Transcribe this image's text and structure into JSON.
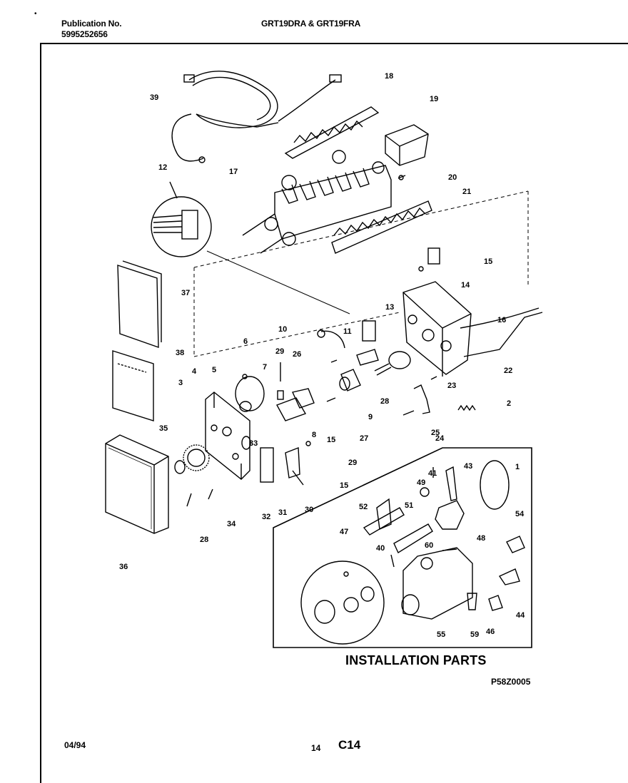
{
  "header": {
    "publication_label": "Publication No.",
    "publication_number": "5995252656",
    "models": "GRT19DRA & GRT19FRA"
  },
  "footer": {
    "date": "04/94",
    "page_number": "14",
    "section": "C14"
  },
  "diagram": {
    "installation_title": "INSTALLATION PARTS",
    "reference_code": "P58Z0005",
    "callouts": [
      "39",
      "18",
      "19",
      "12",
      "17",
      "20",
      "21",
      "15",
      "14",
      "37",
      "13",
      "16",
      "10",
      "11",
      "6",
      "29",
      "26",
      "38",
      "22",
      "3",
      "4",
      "5",
      "7",
      "28",
      "23",
      "2",
      "35",
      "9",
      "8",
      "15",
      "27",
      "25",
      "24",
      "33",
      "29",
      "15",
      "28",
      "34",
      "32",
      "31",
      "30",
      "36",
      "1",
      "41",
      "43",
      "49",
      "52",
      "51",
      "54",
      "47",
      "48",
      "40",
      "60",
      "44",
      "55",
      "59",
      "46"
    ]
  }
}
